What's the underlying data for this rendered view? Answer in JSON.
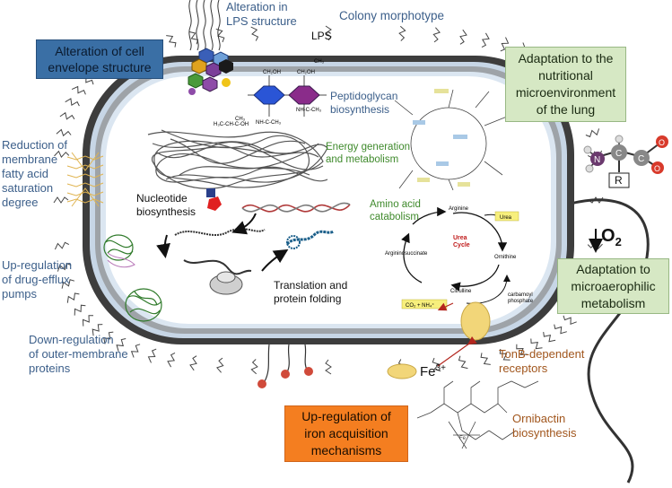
{
  "labels": {
    "lps_structure": "Alteration in\nLPS structure",
    "colony": "Colony morphotype",
    "lps": "LPS",
    "envelope": "Alteration of cell\nenvelope structure",
    "nutritional": "Adaptation to the\nnutritional\nmicroenvironment\nof the lung",
    "peptidoglycan": "Peptidoglycan\nbiosynthesis",
    "energy": "Energy generation\nand metabolism",
    "fatty_acid": "Reduction of\nmembrane\nfatty acid\nsaturation\ndegree",
    "nucleotide": "Nucleotide\nbiosynthesis",
    "amino_acid": "Amino acid\ncatabolism",
    "translation": "Translation and\nprotein folding",
    "drug_efflux": "Up-regulation\nof drug-efflux\npumps",
    "o2": "O",
    "o2_sub": "2",
    "microaerophilic": "Adaptation to\nmicroaerophilic\nmetabolism",
    "outer_membrane": "Down-regulation\nof outer-membrane\nproteins",
    "tonb": "TonB-dependent\nreceptors",
    "fe": "Fe",
    "fe_sup": "3+",
    "iron": "Up-regulation of\niron acquisition\nmechanisms",
    "ornibactin": "Ornibactin\nbiosynthesis"
  },
  "urea_cycle": {
    "center": "Urea\nCycle",
    "arginine": "Arginine",
    "urea": "Urea",
    "ornithine": "Ornithine",
    "citrulline": "Citrulline",
    "argininosuccinate": "Argininosuccinate",
    "carbamoyl": "carbamoyl\nphosphate",
    "co2": "CO₂ + NH₄⁺"
  },
  "amino_acid_symbol": {
    "n": "N",
    "c1": "C",
    "c2": "C",
    "o1": "O",
    "o2": "O",
    "r": "R"
  },
  "colors": {
    "membrane_outer": "#3d3d3d",
    "membrane_light": "#c7d6e6",
    "periplasm": "#9ea3a8",
    "envelope_box": "#3a6fa5",
    "green_box": "#d6e8c4",
    "orange_box": "#f47e20",
    "text_blue": "#3c5f8a",
    "text_green": "#3f8a2c",
    "text_brown": "#a1561d",
    "oxygen_red": "#d83a2b",
    "nitrogen_purple": "#6b3a6e"
  }
}
